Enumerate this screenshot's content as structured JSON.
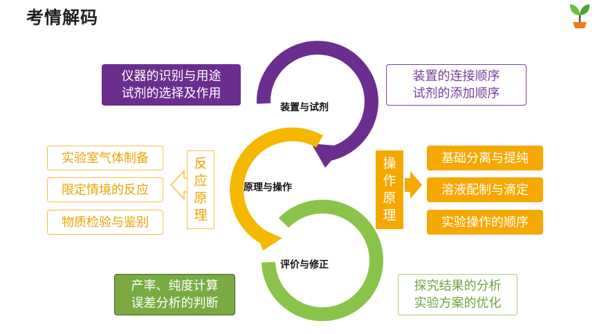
{
  "header": {
    "title": "考情解码"
  },
  "arcs": {
    "top_label": "装置与试剂",
    "middle_label": "原理与操作",
    "bottom_label": "评价与修正"
  },
  "colors": {
    "purple": "#6b2e8f",
    "yellow": "#f5b800",
    "orange": "#f5a800",
    "green": "#8ac34a"
  },
  "top_left_box": {
    "line1": "仪器的识别与用途",
    "line2": "试剂的选择及作用"
  },
  "top_right_box": {
    "line1": "装置的连接顺序",
    "line2": "试剂的添加顺序"
  },
  "left_group": {
    "items": [
      "实验室气体制备",
      "限定情境的反应",
      "物质检验与鉴别"
    ],
    "tag_chars": [
      "反",
      "应",
      "原",
      "理"
    ]
  },
  "right_group": {
    "tag_chars": [
      "操",
      "作",
      "原",
      "理"
    ],
    "items": [
      "基础分离与提纯",
      "溶液配制与滴定",
      "实验操作的顺序"
    ]
  },
  "bottom_left_box": {
    "line1": "产率、纯度计算",
    "line2": "误差分析的判断"
  },
  "bottom_right_box": {
    "line1": "探究结果的分析",
    "line2": "实验方案的优化"
  },
  "logo_icon": "sprout-icon"
}
